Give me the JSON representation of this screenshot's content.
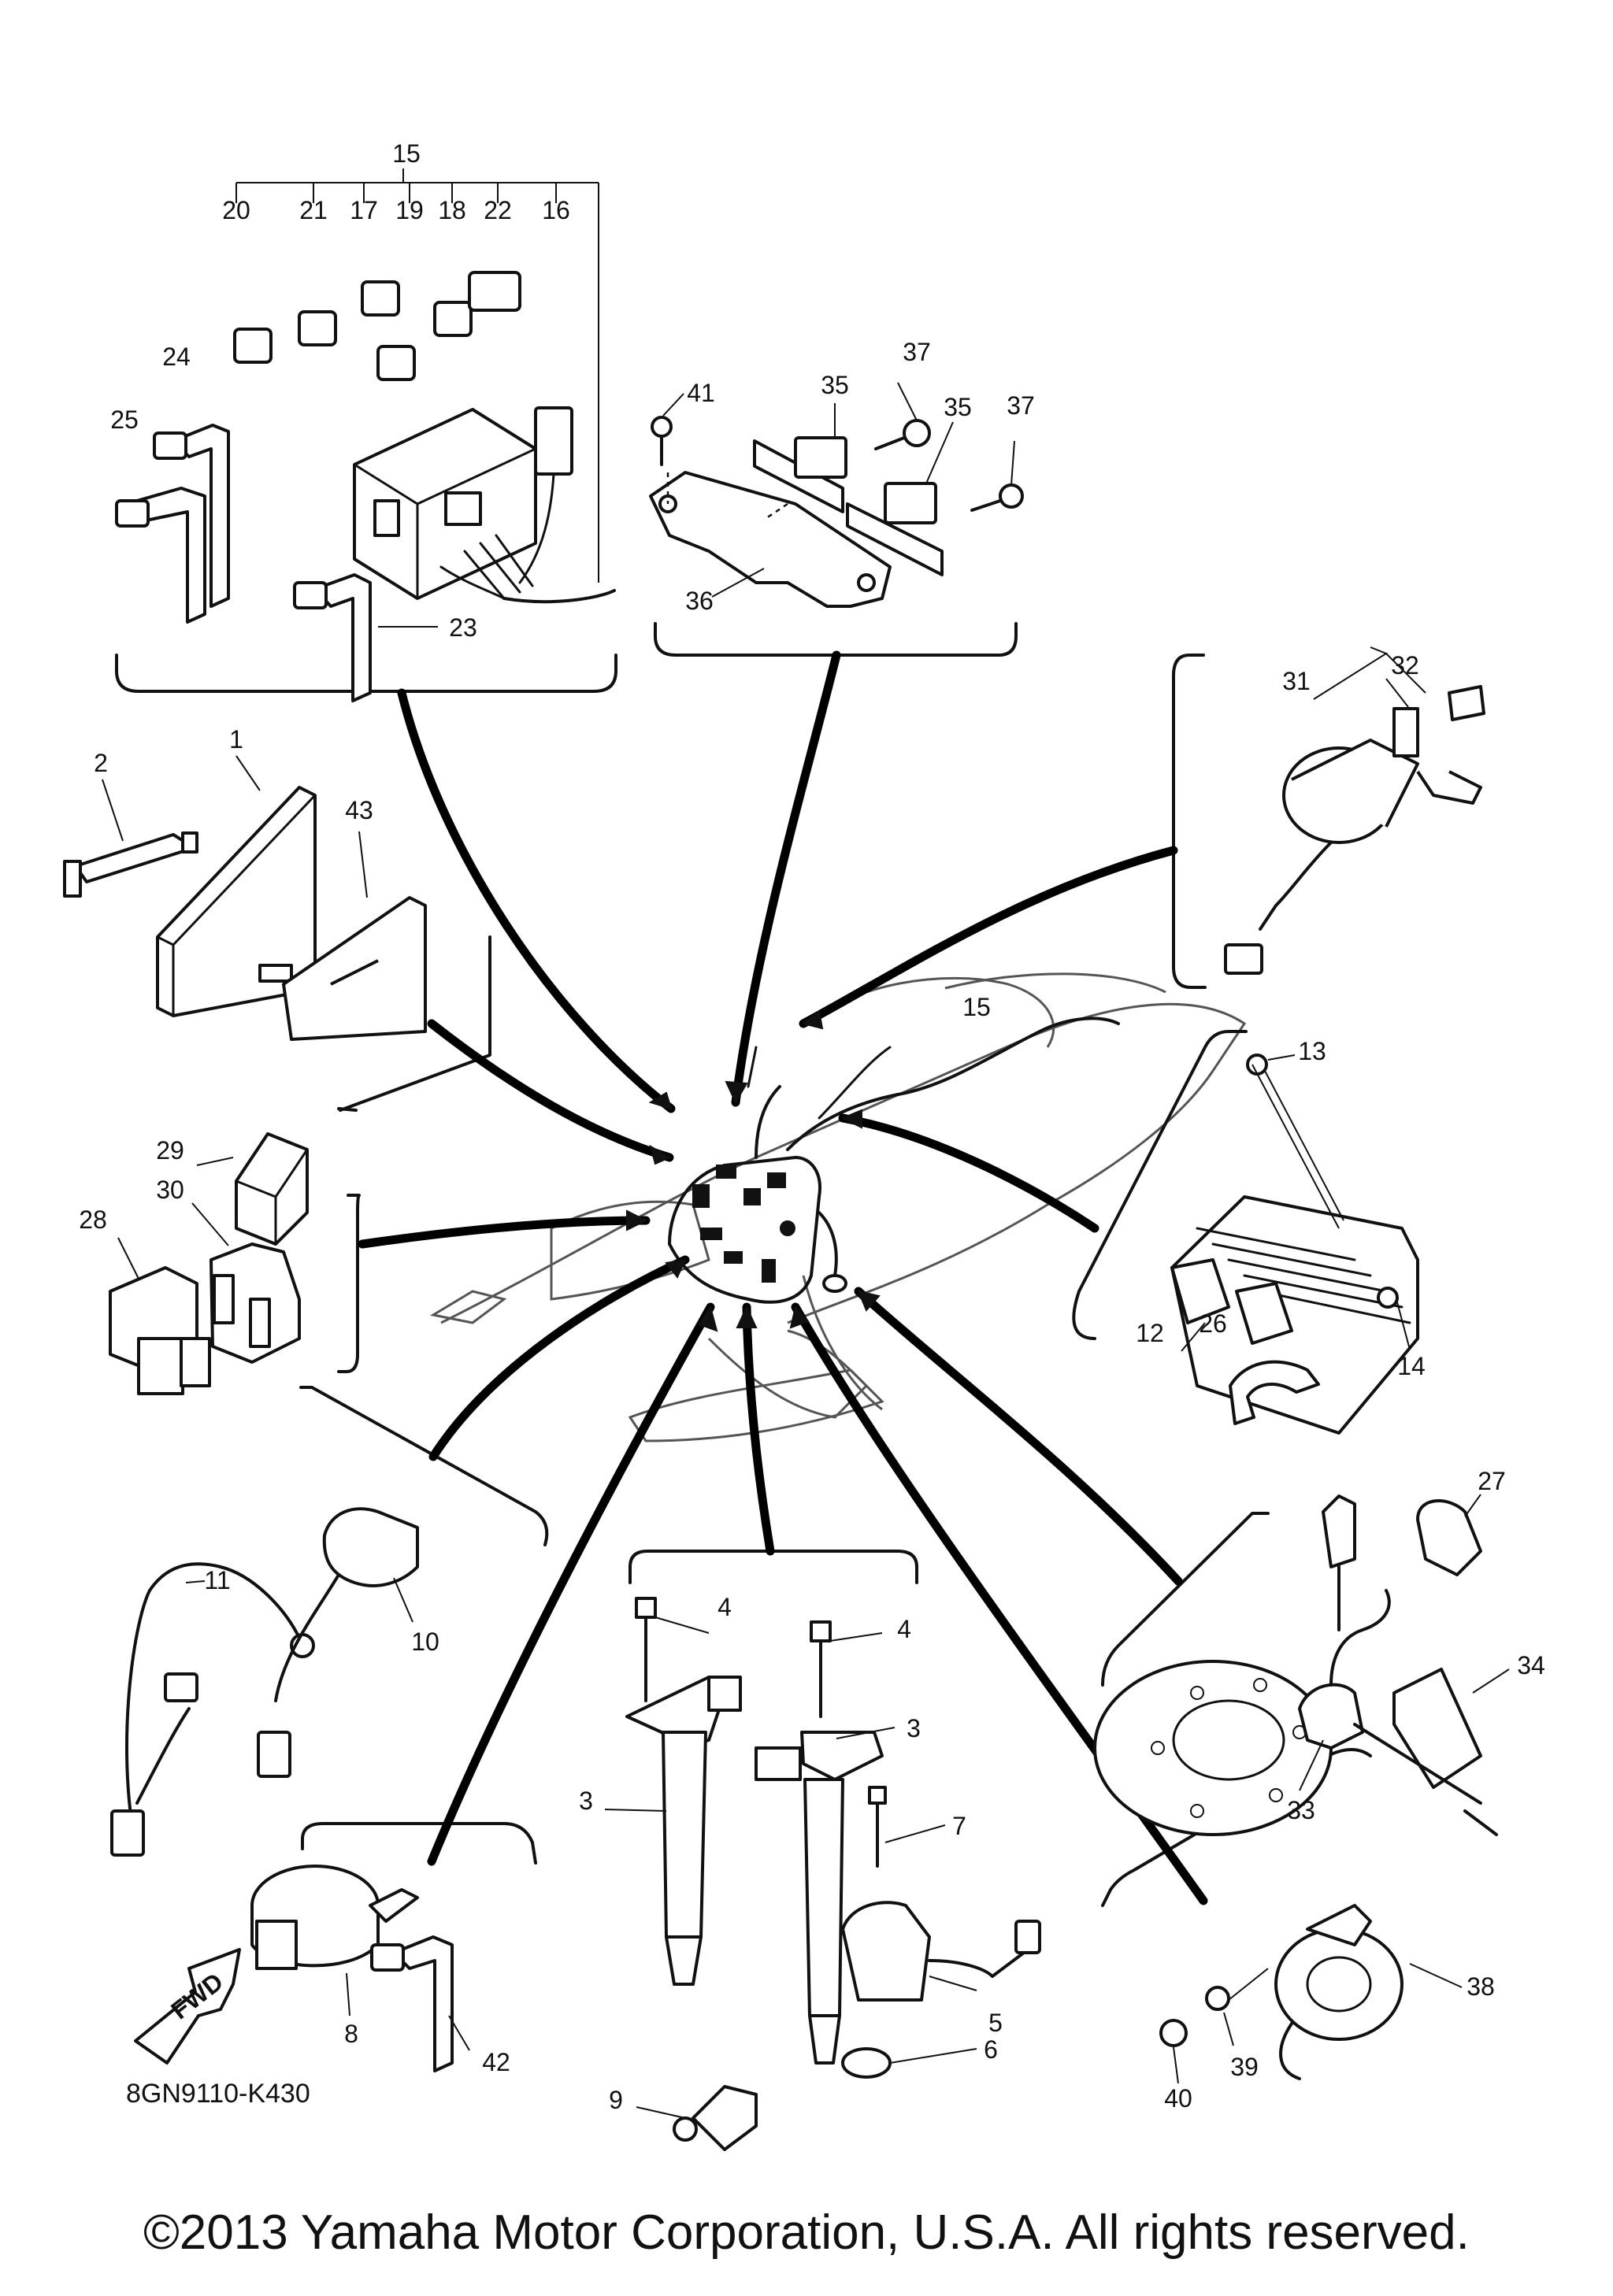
{
  "diagram": {
    "code": "8GN9110-K430",
    "fwd_label": "FWD",
    "copyright": "©2013 Yamaha Motor Corporation, U.S.A. All rights reserved.",
    "callouts": [
      "1",
      "2",
      "3",
      "3",
      "4",
      "4",
      "5",
      "6",
      "7",
      "8",
      "9",
      "10",
      "11",
      "12",
      "13",
      "14",
      "15",
      "15",
      "16",
      "17",
      "18",
      "19",
      "20",
      "21",
      "22",
      "23",
      "24",
      "25",
      "26",
      "27",
      "28",
      "29",
      "30",
      "31",
      "32",
      "33",
      "34",
      "35",
      "35",
      "36",
      "37",
      "37",
      "38",
      "39",
      "40",
      "41",
      "42",
      "43"
    ]
  }
}
